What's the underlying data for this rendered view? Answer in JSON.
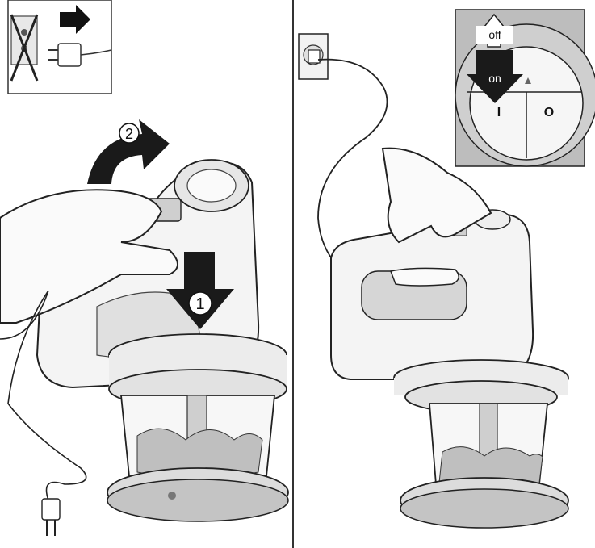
{
  "left_panel": {
    "unplug_inset": {
      "icons": [
        "crossed-out-socket-icon",
        "arrow-right-icon",
        "plug-icon"
      ]
    },
    "steps": [
      {
        "label": "1",
        "meaning": "press-down-arrow"
      },
      {
        "label": "2",
        "meaning": "rotate-lift-arrow"
      }
    ]
  },
  "right_panel": {
    "switch_inset": {
      "off_label": "off",
      "on_label": "on",
      "position_on_mark": "I",
      "position_off_mark": "O"
    }
  },
  "colors": {
    "line": "#222222",
    "arrow": "#1a1a1a",
    "body_light": "#f2f2f2",
    "shade": "#cfcfcf",
    "inset_bg": "#bdbdbd"
  }
}
